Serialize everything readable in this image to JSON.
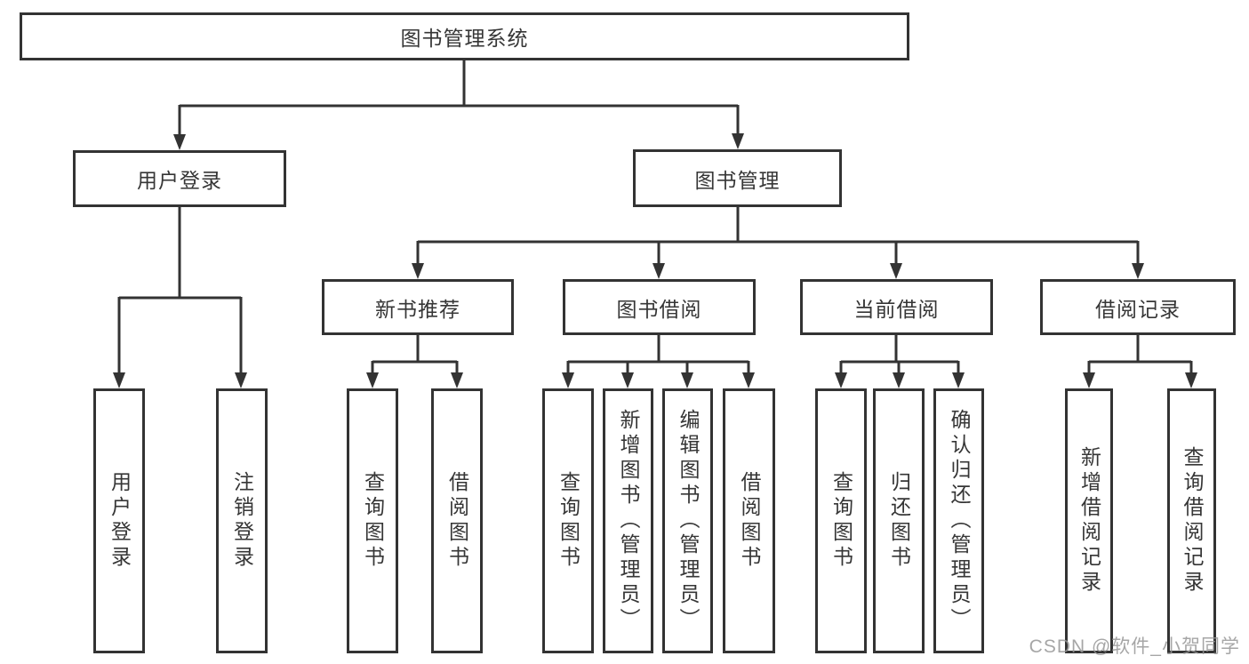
{
  "tree": {
    "label": "图书管理系统",
    "children": [
      {
        "label": "用户登录",
        "children": [
          {
            "label": "用户登录"
          },
          {
            "label": "注销登录"
          }
        ]
      },
      {
        "label": "图书管理",
        "children": [
          {
            "label": "新书推荐",
            "children": [
              {
                "label": "查询图书"
              },
              {
                "label": "借阅图书"
              }
            ]
          },
          {
            "label": "图书借阅",
            "children": [
              {
                "label": "查询图书"
              },
              {
                "label": "新增图书（管理员）"
              },
              {
                "label": "编辑图书（管理员）"
              },
              {
                "label": "借阅图书"
              }
            ]
          },
          {
            "label": "当前借阅",
            "children": [
              {
                "label": "查询图书"
              },
              {
                "label": "归还图书"
              },
              {
                "label": "确认归还（管理员）"
              }
            ]
          },
          {
            "label": "借阅记录",
            "children": [
              {
                "label": "新增借阅记录"
              },
              {
                "label": "查询借阅记录"
              }
            ]
          }
        ]
      }
    ]
  },
  "watermark": "CSDN @软件_小贺同学",
  "colors": {
    "line": "#333333",
    "text": "#363636",
    "background": "#ffffff",
    "watermark": "#969696"
  }
}
